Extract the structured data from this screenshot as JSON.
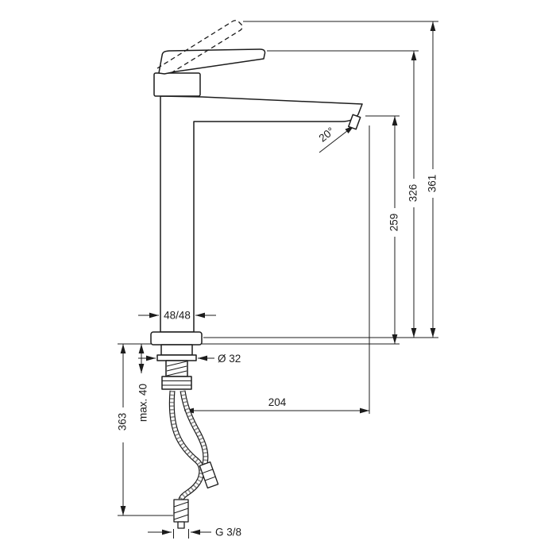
{
  "labels": {
    "total_height": "361",
    "handle_height": "326",
    "outlet_height": "259",
    "outlet_angle": "20°",
    "body_width": "48/48",
    "hole_diameter": "Ø 32",
    "max_counter_thickness": "max. 40",
    "hose_length": "363",
    "outlet_reach": "204",
    "connection_thread": "G 3/8"
  },
  "colors": {
    "line": "#1c1c1c",
    "background": "#ffffff"
  }
}
